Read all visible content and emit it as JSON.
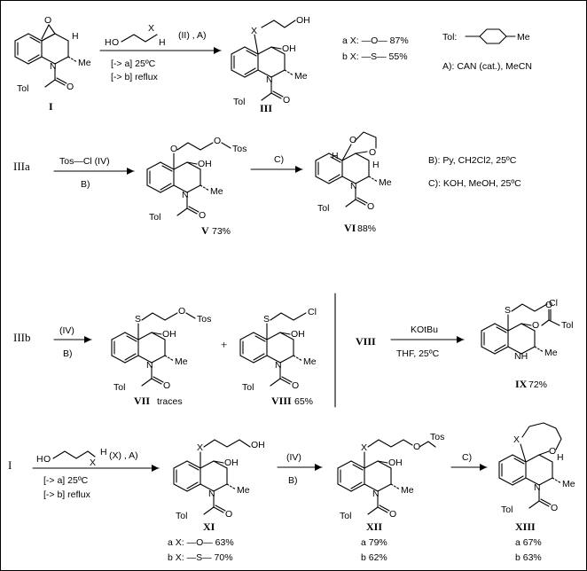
{
  "compounds": {
    "I": "I",
    "III": "III",
    "IIIa": "IIIa",
    "V": "V",
    "VI": "VI",
    "IIIb": "IIIb",
    "VII": "VII",
    "VIII": "VIII",
    "IX": "IX",
    "XI": "XI",
    "XII": "XII",
    "XIII": "XIII"
  },
  "atoms": {
    "tol": "Tol",
    "me": "Me",
    "oh": "OH",
    "h": "H",
    "n": "N",
    "nh": "NH",
    "o": "O",
    "c": "C",
    "x": "X",
    "s": "S",
    "cl": "Cl",
    "tos": "Tos"
  },
  "reagents": {
    "r1_label": "(II) , A)",
    "r1_conds": [
      "[-> a]  25ºC",
      "[-> b]  reflux"
    ],
    "tos_cl": "Tos—Cl  (IV)",
    "iv": "(IV)",
    "b": "B)",
    "c": "C)",
    "kotbu": "KOtBu",
    "thf": "THF,  25ºC",
    "r5_label": "(X) , A)",
    "r5_conds": [
      "[-> a]  25ºC",
      "[-> b]  reflux"
    ]
  },
  "notes": {
    "tol_def": "Tol:",
    "a": "A):  CAN (cat.), MeCN",
    "b": "B):  Py,  CH2Cl2,   25ºC",
    "c": "C):  KOH,   MeOH,   25ºC"
  },
  "yields": {
    "iii_a": "a  X:  —O—    87%",
    "iii_b": "b  X:  —S—    55%",
    "v": "73%",
    "vi": "88%",
    "vii": "traces",
    "viii": "65%",
    "ix": "72%",
    "xi_a": "a X:  —O—    63%",
    "xi_b": "b X:  —S—    70%",
    "xii_a": "a  79%",
    "xii_b": "b  62%",
    "xiii_a": "a  67%",
    "xiii_b": "b  63%"
  }
}
